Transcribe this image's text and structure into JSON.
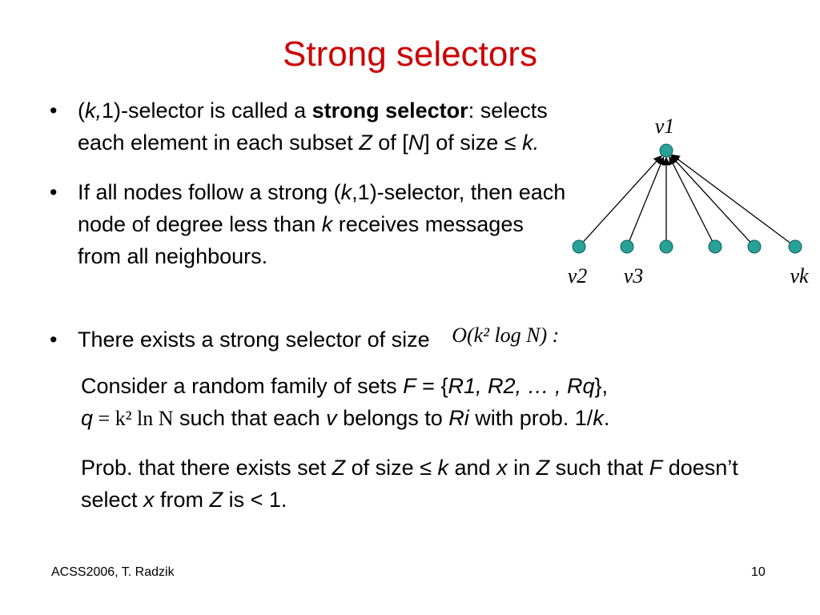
{
  "title": "Strong selectors",
  "bullet1": {
    "pre": "(",
    "k": "k,",
    "mid": "1)-selector is called a ",
    "bold": "strong selector",
    "post": ": selects each element in each subset ",
    "Z": "Z",
    "of": " of [",
    "N": "N",
    "size": "] of size ≤ ",
    "k2": "k."
  },
  "bullet2": {
    "pre": "If all nodes follow a strong (",
    "k": "k",
    "mid": ",1)-selector, then each node of degree less than  ",
    "k2": "k",
    "post": " receives messages from all neighbours."
  },
  "bullet3": {
    "text": "There exists a strong selector of size ",
    "formula": "O(k² log N) :"
  },
  "sub1": {
    "pre": "Consider a random family of sets ",
    "F": "F",
    "eq": " = {",
    "sets": "R1, R2, … , Rq",
    "close": "},",
    "q": "q",
    "q_formula": " = k² ln N",
    "mid": "  such that each ",
    "v": "v",
    "belongs": " belongs to ",
    "Ri": "Ri",
    "prob": " with prob. 1/",
    "k": "k",
    "end": "."
  },
  "sub2": {
    "pre": "Prob. that there exists set ",
    "Z": "Z",
    "size": " of size ≤ ",
    "k": "k",
    "and": " and ",
    "x": "x",
    "in": " in ",
    "Z2": "Z",
    "such": " such that ",
    "F": "F",
    "doesnt": " doesn’t select ",
    "x2": "x",
    "from": " from ",
    "Z3": "Z",
    "is": " is  <  1."
  },
  "graph": {
    "top_label": "v1",
    "bottom_labels": [
      "v2",
      "v3",
      "vk"
    ],
    "leaf_count": 6,
    "node_color": "#2aa198"
  },
  "footer": {
    "left": "ACSS2006, T. Radzik",
    "page": "10"
  }
}
